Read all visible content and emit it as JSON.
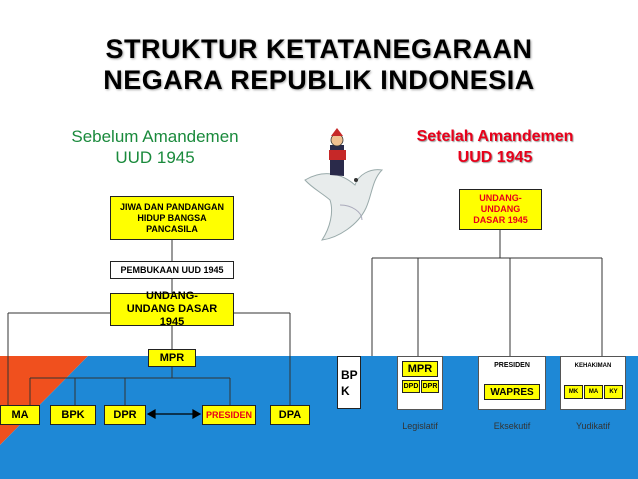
{
  "title": {
    "line1": "STRUKTUR KETATANEGARAAN",
    "line2": "NEGARA REPUBLIK INDONESIA"
  },
  "left": {
    "heading1": "Sebelum Amandemen",
    "heading2": "UUD 1945",
    "heading_color": "#1a8a3c",
    "box_jiwa": "JIWA DAN PANDANGAN HIDUP BANGSA PANCASILA",
    "box_pembukaan": "PEMBUKAAN UUD 1945",
    "box_uud": "UNDANG-UNDANG DASAR 1945",
    "box_mpr": "MPR",
    "bottom": [
      "MA",
      "BPK",
      "DPR",
      "PRESIDEN",
      "DPA"
    ]
  },
  "right": {
    "heading1": "Setelah Amandemen",
    "heading2": "UUD 1945",
    "heading_color": "#e8001a",
    "box_uud": "UNDANG-UNDANG DASAR 1945",
    "box_bpk": "BP K",
    "mpr": {
      "label": "MPR",
      "dpd": "DPD",
      "dpr": "DPR"
    },
    "presiden": "PRESIDEN",
    "wapres": "WAPRES",
    "kehakiman": {
      "label": "KEHAKIMAN",
      "mk": "MK",
      "ma": "MA",
      "ky": "KY"
    },
    "captions": [
      "Legislatif",
      "Eksekutif",
      "Yudikatif"
    ]
  },
  "colors": {
    "yellow": "#ffff00",
    "blue": "#1e88d6",
    "orange": "#f0501e",
    "red_text": "#e8001a"
  }
}
